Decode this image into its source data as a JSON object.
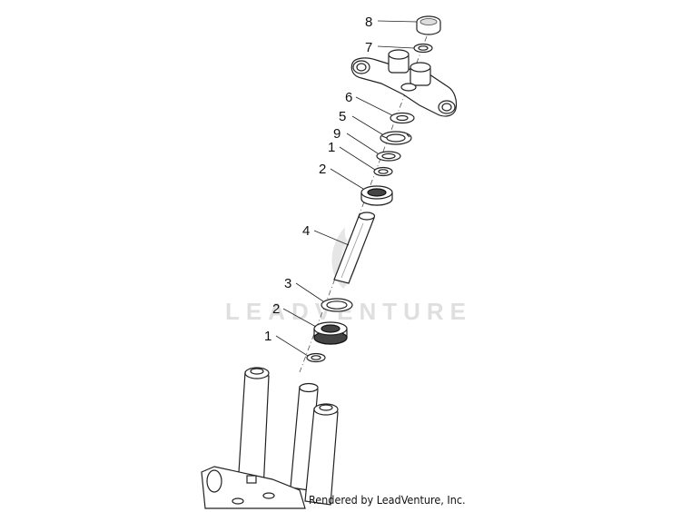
{
  "watermark": {
    "brand": "LEADVENTURE",
    "logo_icon": "flame-logo-icon"
  },
  "credit": "Rendered by LeadVenture, Inc.",
  "callouts": {
    "c8": "8",
    "c7": "7",
    "c6": "6",
    "c5": "5",
    "c9": "9",
    "c1a": "1",
    "c2a": "2",
    "c4": "4",
    "c3": "3",
    "c2b": "2",
    "c1b": "1"
  }
}
